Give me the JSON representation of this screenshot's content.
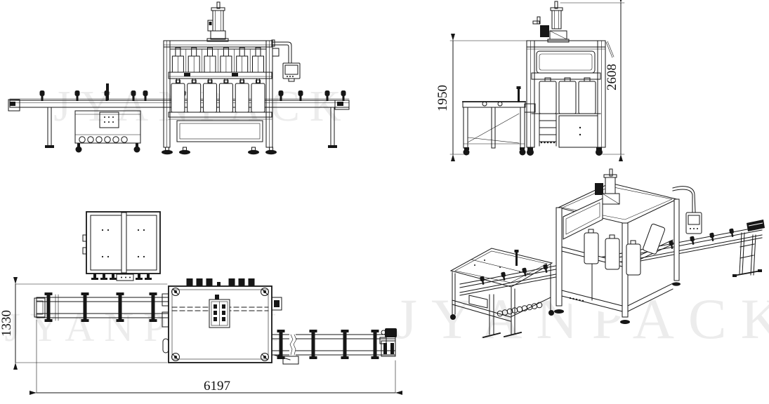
{
  "drawing": {
    "background_color": "#ffffff",
    "line_color": "#161616",
    "watermark": {
      "text": "JYANPACK",
      "color": "#ececec"
    },
    "views": {
      "side_elevation": {
        "dim_frame_height": "1950",
        "dim_total_height": "2608"
      },
      "top_plan": {
        "dim_line_width": "1330",
        "dim_total_length": "6197"
      }
    }
  }
}
